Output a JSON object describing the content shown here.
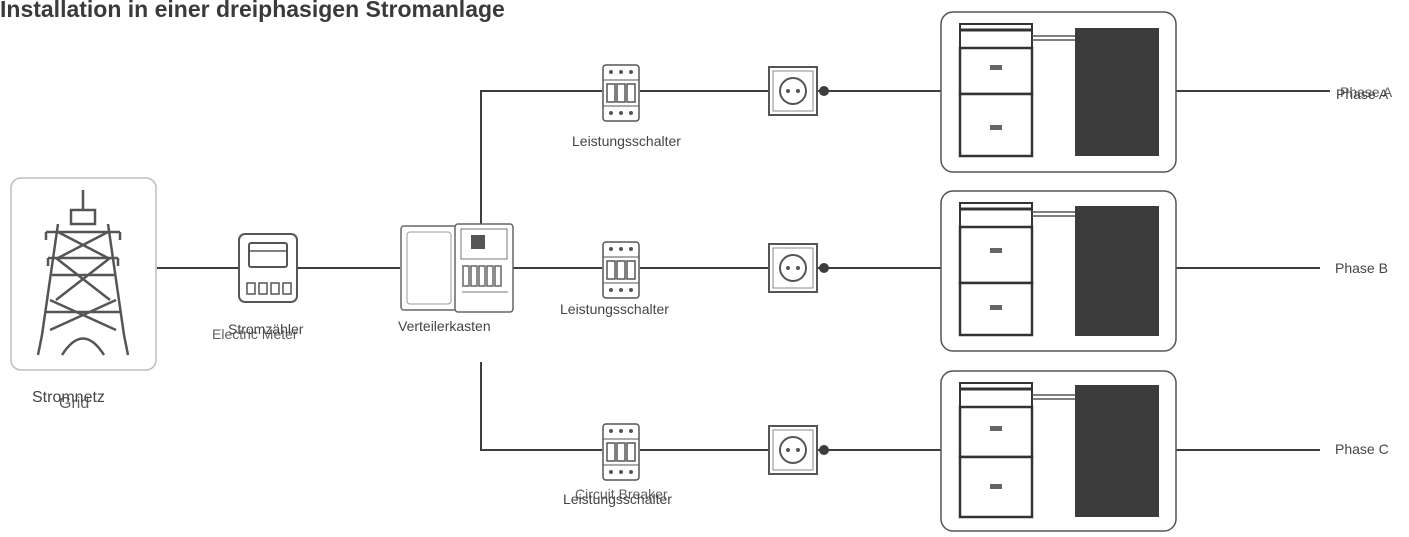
{
  "title": "Installation in einer dreiphasigen Stromanlage",
  "grid": {
    "label_de": "Stromnetz",
    "label_en": "Grid"
  },
  "meter": {
    "label_de": "Stromzähler",
    "label_en": "Electric Meter"
  },
  "distribution": {
    "label": "Verteilerkasten"
  },
  "breaker_label": "Leistungsschalter",
  "breakers": [
    {
      "label": "Leistungsschalter"
    },
    {
      "label": "Leistungsschalter"
    },
    {
      "label_de": "Leistungsschalter",
      "label_en": "Circuit Breaker"
    }
  ],
  "phases": [
    {
      "label_de": "Phase A",
      "label_en": "Phase A"
    },
    {
      "label": "Phase B"
    },
    {
      "label": "Phase C"
    }
  ],
  "colors": {
    "line": "#3d3d3d",
    "panel": "#3c3c3c",
    "box_border": "#bdbdbd"
  }
}
